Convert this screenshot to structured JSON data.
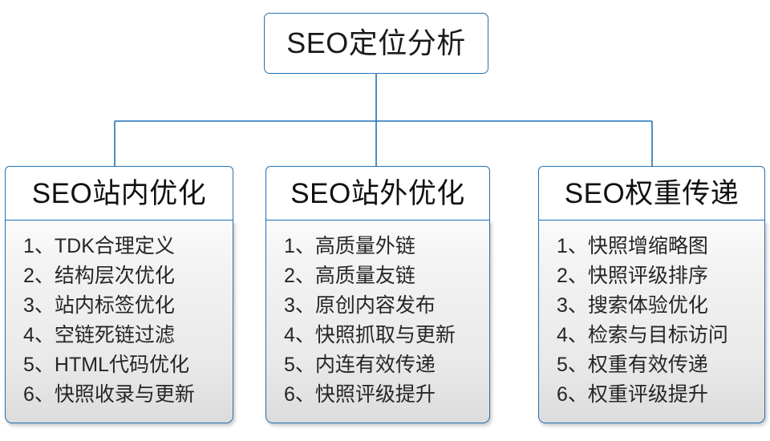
{
  "diagram": {
    "type": "tree",
    "root": {
      "label": "SEO定位分析"
    },
    "accent_color": "#2171b5",
    "text_color": "#1a1a1a",
    "branches": [
      {
        "header": "SEO站内优化",
        "items": [
          {
            "index": "1、",
            "text": "TDK合理定义"
          },
          {
            "index": "2、",
            "text": "结构层次优化"
          },
          {
            "index": "3、",
            "text": "站内标签优化"
          },
          {
            "index": "4、",
            "text": "空链死链过滤"
          },
          {
            "index": "5、",
            "text": "HTML代码优化"
          },
          {
            "index": "6、",
            "text": "快照收录与更新"
          }
        ]
      },
      {
        "header": "SEO站外优化",
        "items": [
          {
            "index": "1、",
            "text": "高质量外链"
          },
          {
            "index": "2、",
            "text": "高质量友链"
          },
          {
            "index": "3、",
            "text": "原创内容发布"
          },
          {
            "index": "4、",
            "text": "快照抓取与更新"
          },
          {
            "index": "5、",
            "text": "内连有效传递"
          },
          {
            "index": "6、",
            "text": "快照评级提升"
          }
        ]
      },
      {
        "header": "SEO权重传递",
        "items": [
          {
            "index": "1、",
            "text": "快照增缩略图"
          },
          {
            "index": "2、",
            "text": "快照评级排序"
          },
          {
            "index": "3、",
            "text": "搜索体验优化"
          },
          {
            "index": "4、",
            "text": "检索与目标访问"
          },
          {
            "index": "5、",
            "text": "权重有效传递"
          },
          {
            "index": "6、",
            "text": "权重评级提升"
          }
        ]
      }
    ]
  }
}
